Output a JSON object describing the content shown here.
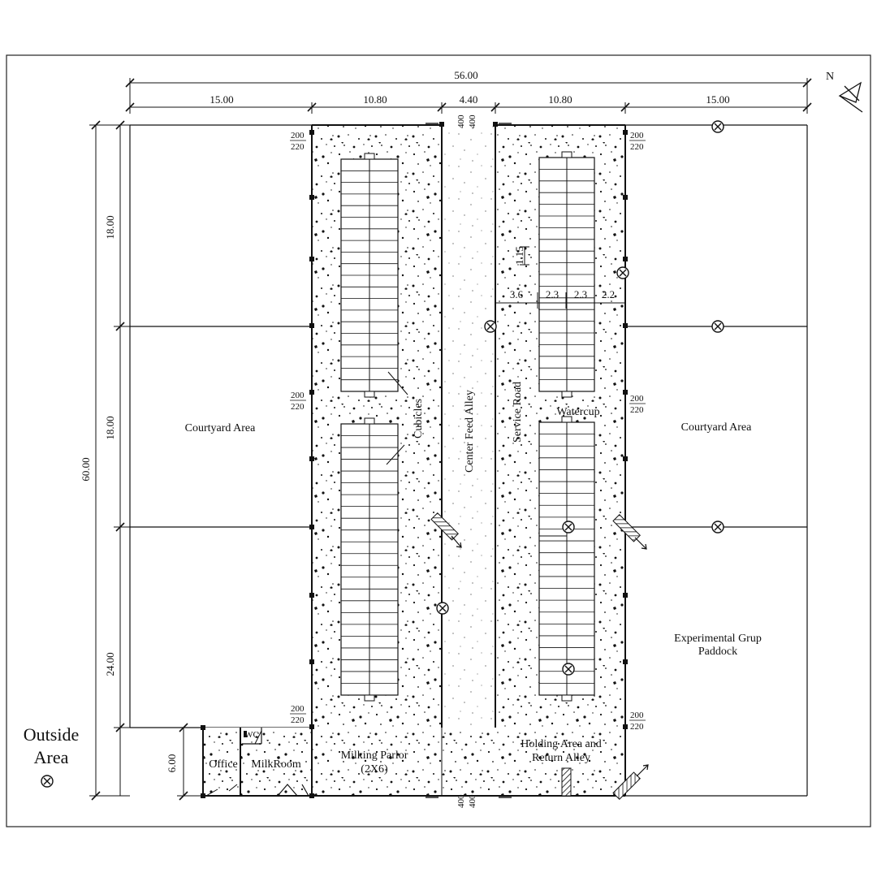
{
  "north_label": "N",
  "dimensions": {
    "total_width": "56.00",
    "widths": [
      "15.00",
      "10.80",
      "4.40",
      "10.80",
      "15.00"
    ],
    "total_height": "60.00",
    "heights": [
      "18.00",
      "18.00",
      "24.00"
    ],
    "office_height": "6.00",
    "door_top": "200",
    "door_bottom": "220",
    "gate_label": "400",
    "cubicle_dims": [
      "3.6",
      "2.3",
      "2.3",
      "2.2"
    ],
    "cubicle_length": "1.15"
  },
  "labels": {
    "courtyard_left": "Courtyard Area",
    "courtyard_right": "Courtyard Area",
    "cubicles": "Cubicles",
    "center_feed_alley": "Center Feed Alley",
    "service_road": "Service Road",
    "watercup": "Watercup",
    "paddock_line1": "Experimental Grup",
    "paddock_line2": "Paddock",
    "outside_line1": "Outside",
    "outside_line2": "Area",
    "office": "Office",
    "wc": "WC",
    "milkroom": "MilkRoom",
    "parlor_line1": "Milking Parlor",
    "parlor_line2": "(2X6)",
    "holding_line1": "Holding Area and",
    "holding_line2": "Return Alley"
  }
}
